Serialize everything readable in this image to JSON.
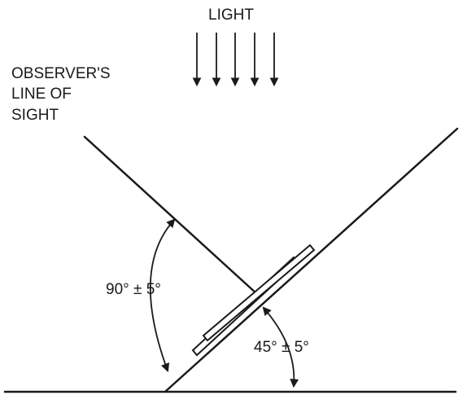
{
  "labels": {
    "light": "LIGHT",
    "observer_line1": "OBSERVER'S",
    "observer_line2": "LINE OF",
    "observer_line3": "SIGHT",
    "angle_sight": "90° ± 5°",
    "angle_sample": "45° ± 5°"
  },
  "colors": {
    "stroke": "#1a1a1a",
    "background": "#ffffff"
  }
}
